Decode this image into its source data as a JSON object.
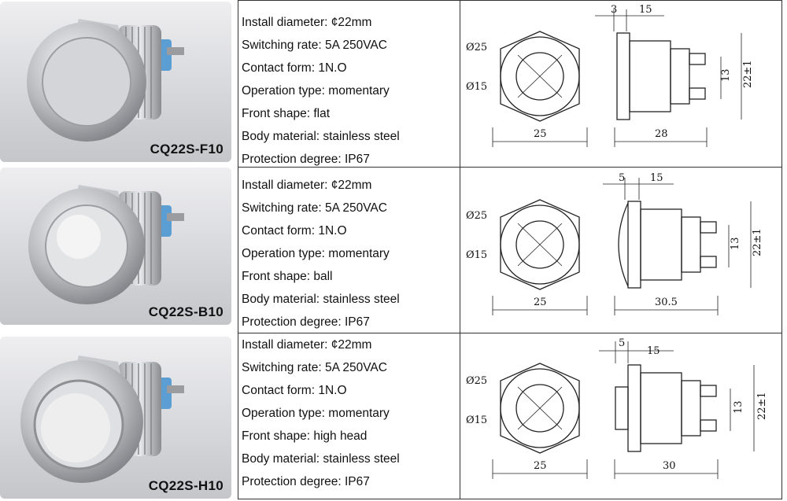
{
  "products": [
    {
      "model": "CQ22S-F10",
      "specs": [
        "Install diameter: ¢22mm",
        "Switching rate: 5A 250VAC",
        "Contact form: 1N.O",
        "Operation type: momentary",
        "Front shape: flat",
        "Body material: stainless steel",
        "Protection degree: IP67"
      ],
      "dims": {
        "top_a": "3",
        "top_b": "15",
        "d_outer": "Ø25",
        "d_inner": "Ø15",
        "width": "25",
        "length": "28",
        "h_small": "13",
        "h_large": "22±1"
      }
    },
    {
      "model": "CQ22S-B10",
      "specs": [
        "Install diameter: ¢22mm",
        "Switching rate: 5A 250VAC",
        "Contact form: 1N.O",
        "Operation type: momentary",
        "Front shape: ball",
        "Body material: stainless steel",
        "Protection degree: IP67"
      ],
      "dims": {
        "top_a": "5",
        "top_b": "15",
        "d_outer": "Ø25",
        "d_inner": "Ø15",
        "width": "25",
        "length": "30.5",
        "h_small": "13",
        "h_large": "22±1"
      }
    },
    {
      "model": "CQ22S-H10",
      "specs": [
        "Install diameter: ¢22mm",
        "Switching rate: 5A 250VAC",
        "Contact form: 1N.O",
        "Operation type: momentary",
        "Front shape: high head",
        "Body material: stainless steel",
        "Protection degree: IP67"
      ],
      "dims": {
        "top_a": "5",
        "top_b": "15",
        "d_outer": "Ø25",
        "d_inner": "Ø15",
        "width": "25",
        "length": "30",
        "h_small": "13",
        "h_large": "22±1"
      }
    }
  ]
}
